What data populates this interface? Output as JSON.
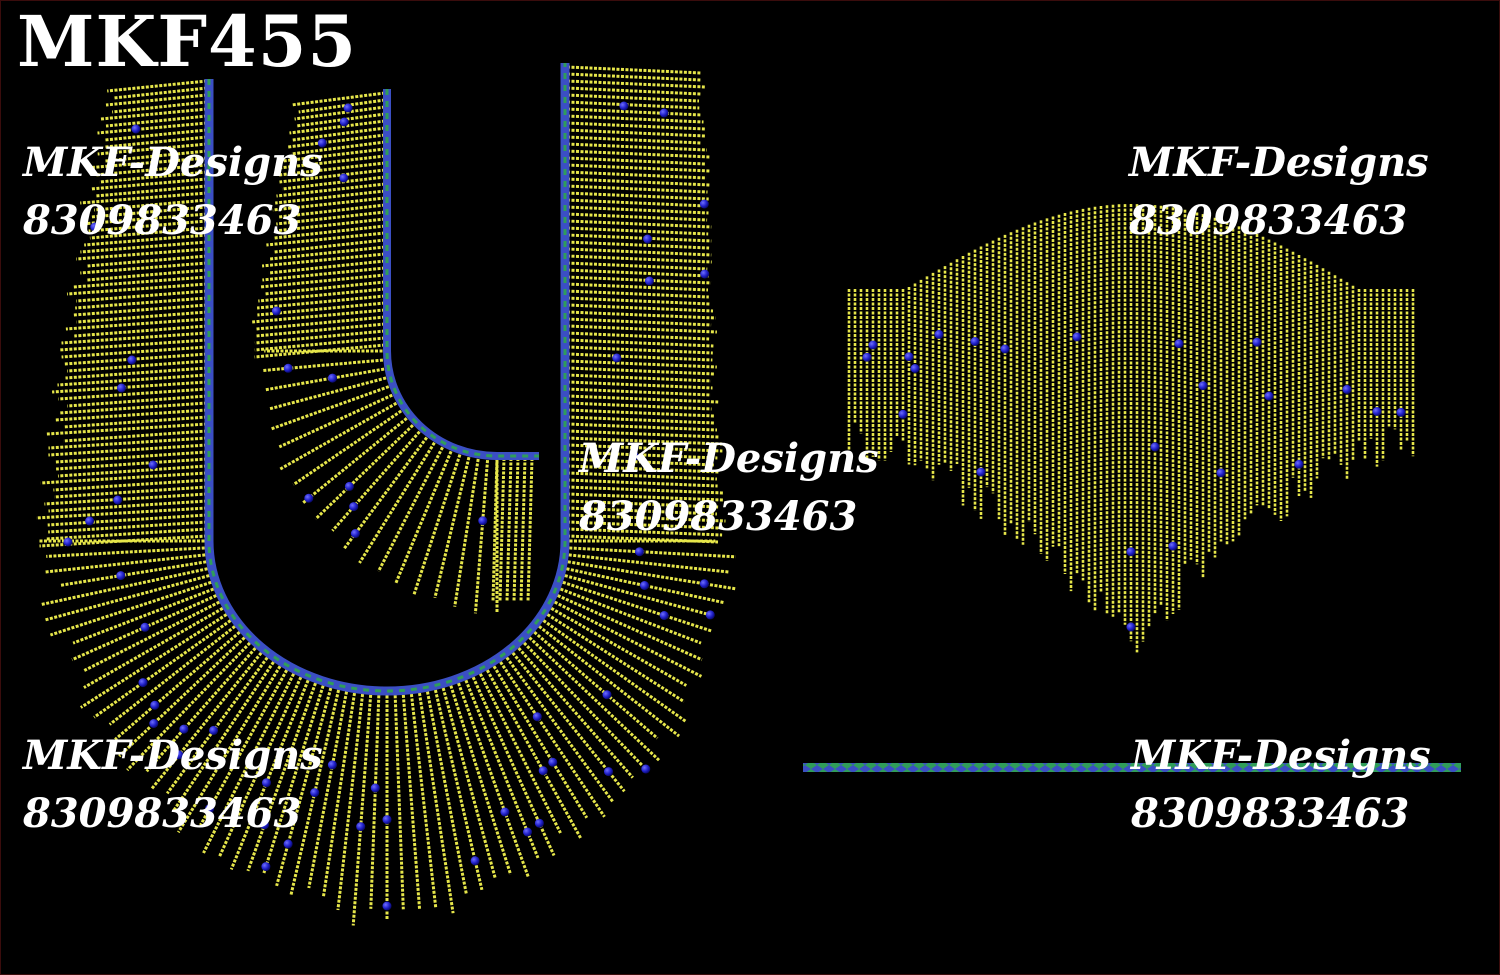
{
  "design": {
    "code": "MKF455"
  },
  "watermarks": [
    {
      "brand": "MKF-Designs",
      "phone": "8309833463"
    },
    {
      "brand": "MKF-Designs",
      "phone": "8309833463"
    },
    {
      "brand": "MKF-Designs",
      "phone": "8309833463"
    },
    {
      "brand": "MKF-Designs",
      "phone": "8309833463"
    },
    {
      "brand": "MKF-Designs",
      "phone": "8309833463"
    }
  ],
  "colors": {
    "background": "#000000",
    "thread": "#e6e64a",
    "bead": "#2a2ad0",
    "border_blue": "#3b4fc4",
    "border_green": "#2f9d5a",
    "text": "#ffffff"
  },
  "pieces": [
    "neckline-pattern",
    "sleeve-pattern",
    "border-strip"
  ]
}
